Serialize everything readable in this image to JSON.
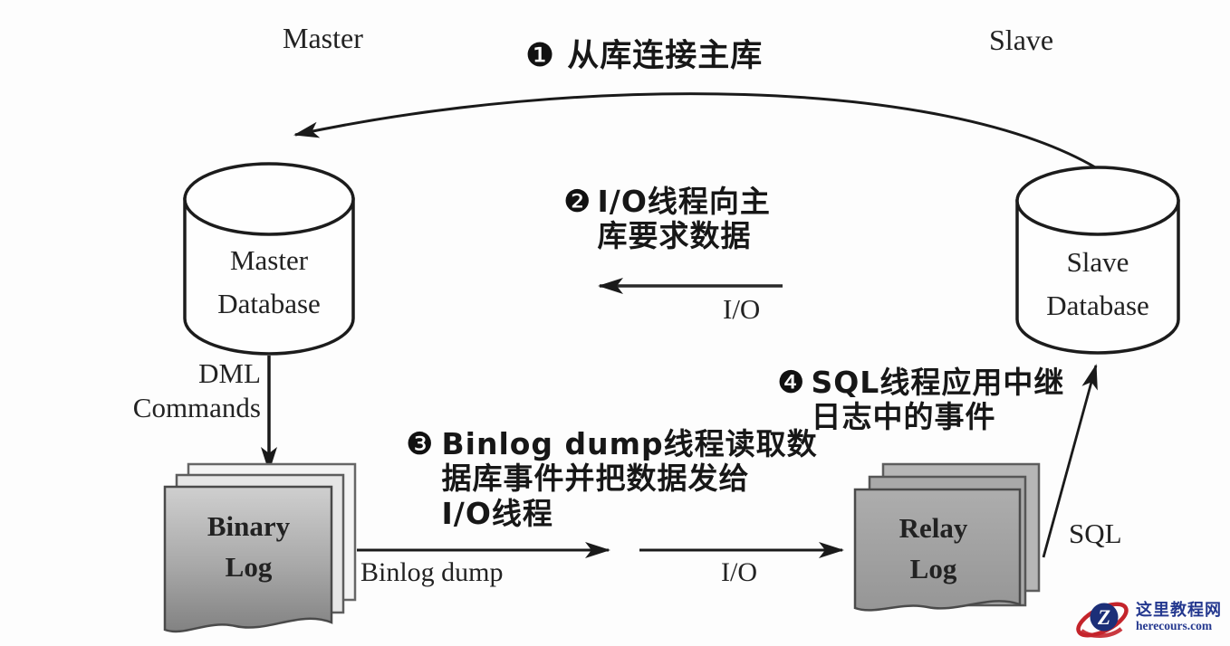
{
  "nodes": {
    "master_role": "Master",
    "slave_role": "Slave",
    "master_db": "Master\nDatabase",
    "slave_db": "Slave\nDatabase",
    "binary_log": "Binary\nLog",
    "relay_log": "Relay\nLog"
  },
  "edges": {
    "dml": "DML\nCommands",
    "binlog_dump": "Binlog dump",
    "io_request": "I/O",
    "io_transfer": "I/O",
    "sql": "SQL"
  },
  "steps": [
    {
      "badge": "❶",
      "text": "从库连接主库"
    },
    {
      "badge": "❷",
      "text": "I/O线程向主\n库要求数据"
    },
    {
      "badge": "❸",
      "text": "Binlog dump线程读取数\n据库事件并把数据发给\nI/O线程"
    },
    {
      "badge": "❹",
      "text": "SQL线程应用中继\n日志中的事件"
    }
  ],
  "watermark": {
    "site_name": "这里教程网",
    "site_url": "herecours.com",
    "logo_letter": "Z"
  },
  "colors": {
    "ink": "#1a1a1a",
    "binary_log_top": "#cfcfcf",
    "binary_log_bottom": "#828282",
    "relay_log_top": "#adadad",
    "relay_log_bottom": "#969696",
    "watermark_red": "#c4242b",
    "watermark_blue": "#24388f"
  }
}
